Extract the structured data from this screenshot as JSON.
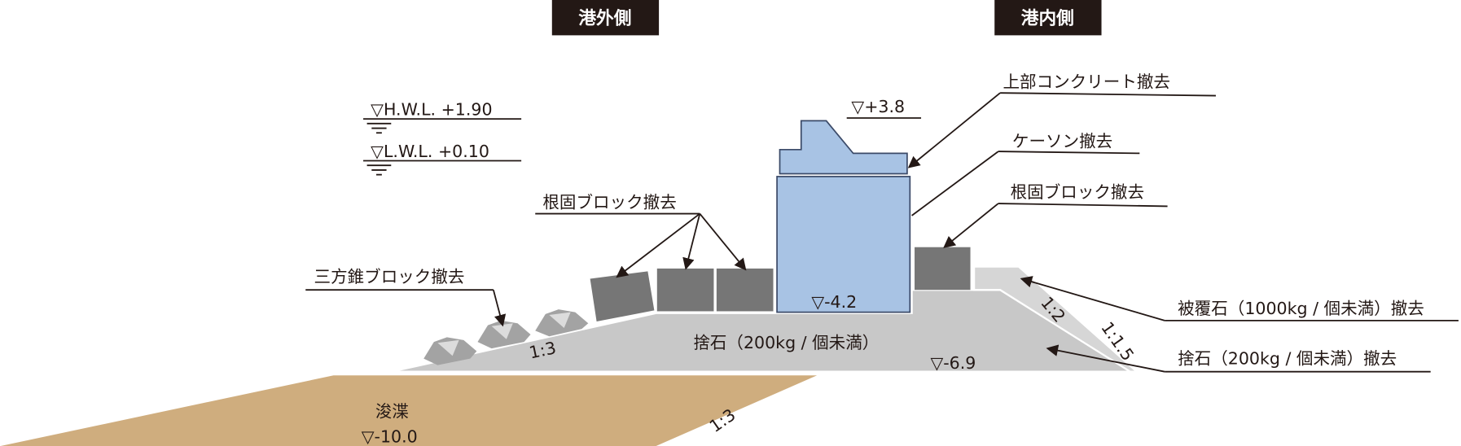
{
  "tags": {
    "outer": "港外側",
    "inner": "港内側"
  },
  "levels": {
    "hwl": "▽H.W.L. +1.90",
    "lwl": "▽L.W.L. +0.10",
    "crown": "▽+3.8",
    "caisson_bottom": "▽-4.2",
    "mound_bottom": "▽-6.9",
    "dredge_depth": "▽-10.0"
  },
  "labels": {
    "upper_concrete": "上部コンクリート撤去",
    "caisson": "ケーソン撤去",
    "foot_block_right": "根固ブロック撤去",
    "foot_block_left": "根固ブロック撤去",
    "tripod_block": "三方錐ブロック撤去",
    "armor_stone": "被覆石（1000kg / 個未満）撤去",
    "rubble_removal": "捨石（200kg / 個未満）撤去",
    "rubble": "捨石（200kg / 個未満）",
    "dredge": "浚渫"
  },
  "slopes": {
    "left_mound": "1:3",
    "right_inner": "1:2",
    "right_outer": "1:1.5",
    "dredge": "1:3"
  },
  "colors": {
    "caisson": "#a8c3e4",
    "mound": "#c8c8c8",
    "armor": "#d6d6d6",
    "block": "#767676",
    "dredge": "#cfad7e",
    "tag_bg": "#231815"
  }
}
